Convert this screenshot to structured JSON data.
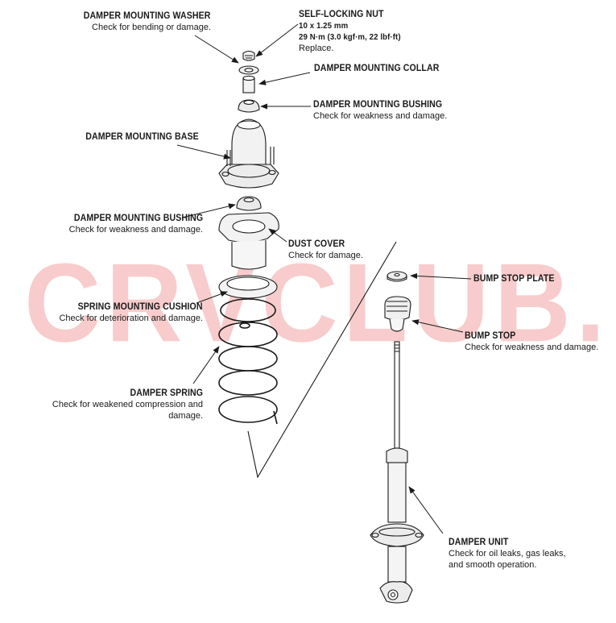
{
  "watermark": "CRVCLUB.RU",
  "colors": {
    "ink": "#1a1a1a",
    "watermark": "#f4a3a3"
  },
  "labels": {
    "washer": {
      "title": "DAMPER MOUNTING WASHER",
      "desc": "Check for bending or damage."
    },
    "nut": {
      "title": "SELF-LOCKING NUT",
      "spec1": "10 x 1.25 mm",
      "spec2": "29 N·m (3.0 kgf·m, 22 lbf·ft)",
      "desc": "Replace."
    },
    "collar": {
      "title": "DAMPER MOUNTING COLLAR"
    },
    "bushing_upper": {
      "title": "DAMPER MOUNTING BUSHING",
      "desc": "Check for weakness and damage."
    },
    "base": {
      "title": "DAMPER MOUNTING BASE"
    },
    "bushing_lower": {
      "title": "DAMPER MOUNTING BUSHING",
      "desc": "Check for weakness and damage."
    },
    "dust_cover": {
      "title": "DUST COVER",
      "desc": "Check for damage."
    },
    "bump_plate": {
      "title": "BUMP STOP PLATE"
    },
    "cushion": {
      "title": "SPRING MOUNTING CUSHION",
      "desc": "Check for deterioration and damage."
    },
    "bump_stop": {
      "title": "BUMP STOP",
      "desc": "Check for weakness and damage."
    },
    "spring": {
      "title": "DAMPER SPRING",
      "desc1": "Check for weakened compression and",
      "desc2": "damage."
    },
    "damper": {
      "title": "DAMPER UNIT",
      "desc1": "Check for oil leaks, gas leaks,",
      "desc2": "and smooth operation."
    }
  }
}
